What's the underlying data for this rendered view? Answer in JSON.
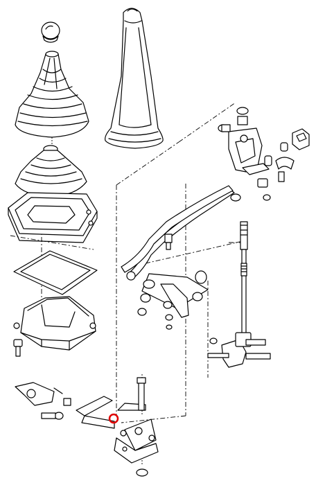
{
  "diagram": {
    "parts": [
      "shift-knob",
      "gear-lever-boot",
      "outer-boot",
      "inner-boot",
      "boot-frame",
      "gasket",
      "shift-housing",
      "gear-lever",
      "shift-rod",
      "bell-crank",
      "linkage-plate",
      "selector-bracket",
      "selector-lever",
      "relay-shaft",
      "shift-rod-end",
      "mounting-bracket"
    ],
    "highlight": {
      "part": "bushing",
      "color": "#e00000"
    },
    "colors": {
      "line": "#000000",
      "background": "#ffffff",
      "highlight": "#e00000"
    }
  }
}
